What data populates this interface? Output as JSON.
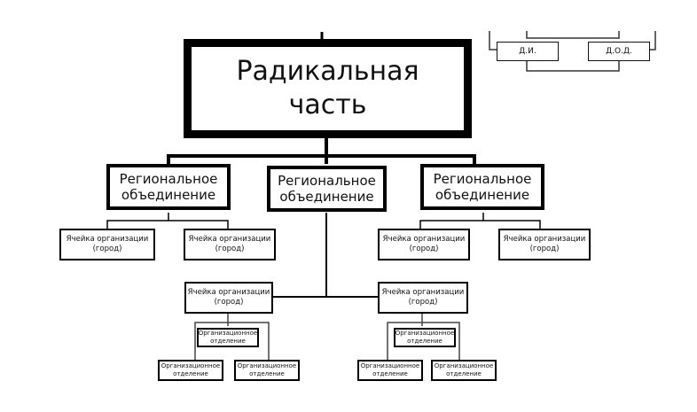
{
  "legend": {
    "items": [
      "Д.И.",
      "Д.О.Д."
    ]
  },
  "root": {
    "line1": "Радикальная",
    "line2": "часть"
  },
  "regions": [
    {
      "line1": "Региональное",
      "line2": "объединение"
    },
    {
      "line1": "Региональное",
      "line2": "объединение"
    },
    {
      "line1": "Региональное",
      "line2": "объединение"
    }
  ],
  "cells": [
    {
      "line1": "Ячейка организации",
      "line2": "(город)"
    },
    {
      "line1": "Ячейка организации",
      "line2": "(город)"
    },
    {
      "line1": "Ячейка организации",
      "line2": "(город)"
    },
    {
      "line1": "Ячейка организации",
      "line2": "(город)"
    },
    {
      "line1": "Ячейка организации",
      "line2": "(город)"
    },
    {
      "line1": "Ячейка организации",
      "line2": "(город)"
    }
  ],
  "departments": [
    {
      "line1": "Организационное",
      "line2": "отделение"
    },
    {
      "line1": "Организационное",
      "line2": "отделение"
    },
    {
      "line1": "Организационное",
      "line2": "отделение"
    },
    {
      "line1": "Организационное",
      "line2": "отделение"
    },
    {
      "line1": "Организационное",
      "line2": "отделение"
    },
    {
      "line1": "Организационное",
      "line2": "отделение"
    }
  ]
}
